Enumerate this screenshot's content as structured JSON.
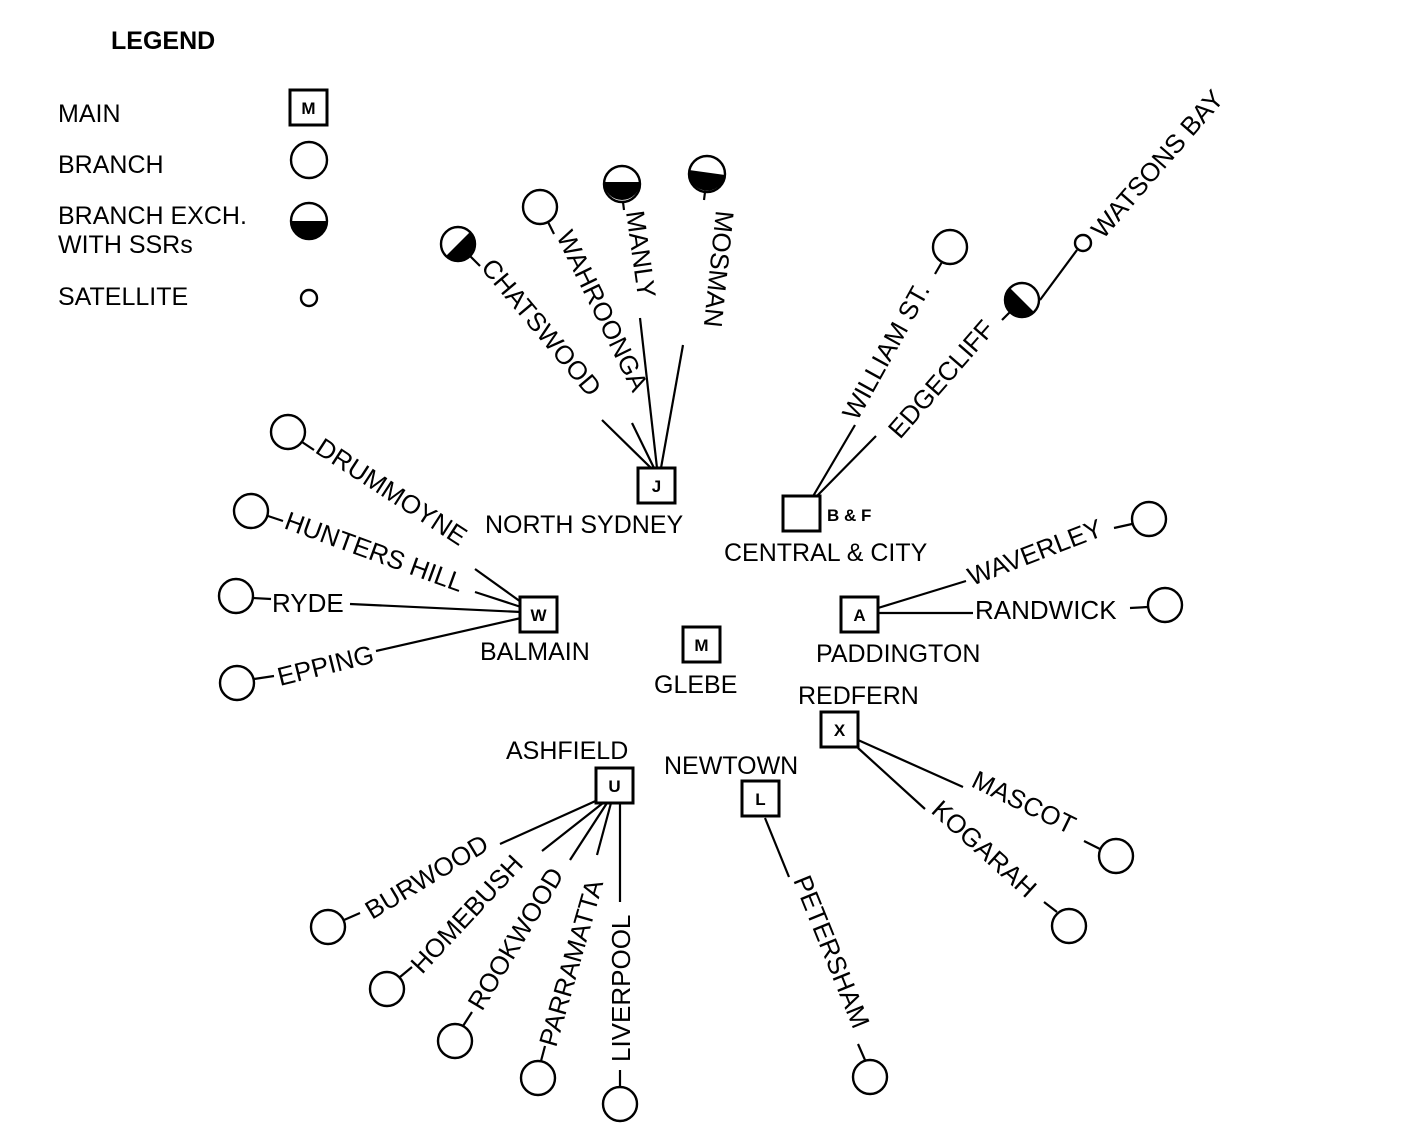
{
  "legend": {
    "title": "LEGEND",
    "items": [
      {
        "type": "main",
        "label": "MAIN",
        "code": "M"
      },
      {
        "type": "branch",
        "label": "BRANCH"
      },
      {
        "type": "branch_ssr",
        "label_lines": [
          "BRANCH EXCH.",
          "WITH SSRs"
        ]
      },
      {
        "type": "satellite",
        "label": "SATELLITE"
      }
    ]
  },
  "hubs": [
    {
      "id": "north_sydney",
      "name": "NORTH SYDNEY",
      "code": "J"
    },
    {
      "id": "central",
      "name": "CENTRAL & CITY",
      "code": "",
      "side_code": "B & F"
    },
    {
      "id": "balmain",
      "name": "BALMAIN",
      "code": "W"
    },
    {
      "id": "glebe",
      "name": "GLEBE",
      "code": "M"
    },
    {
      "id": "paddington",
      "name": "PADDINGTON",
      "code": "A"
    },
    {
      "id": "redfern",
      "name": "REDFERN",
      "code": "X"
    },
    {
      "id": "ashfield",
      "name": "ASHFIELD",
      "code": "U"
    },
    {
      "id": "newtown",
      "name": "NEWTOWN",
      "code": "L"
    }
  ],
  "branches": [
    {
      "name": "CHATSWOOD",
      "hub": "north_sydney",
      "type": "branch_ssr"
    },
    {
      "name": "WAHROONGA",
      "hub": "north_sydney",
      "type": "branch"
    },
    {
      "name": "MANLY",
      "hub": "north_sydney",
      "type": "branch_ssr"
    },
    {
      "name": "MOSMAN",
      "hub": "north_sydney",
      "type": "branch_ssr"
    },
    {
      "name": "WILLIAM ST.",
      "hub": "central",
      "type": "branch"
    },
    {
      "name": "EDGECLIFF",
      "hub": "central",
      "type": "branch_ssr"
    },
    {
      "name": "WATSONS BAY",
      "hub": "edgecliff",
      "type": "satellite"
    },
    {
      "name": "DRUMMOYNE",
      "hub": "balmain",
      "type": "branch"
    },
    {
      "name": "HUNTERS HILL",
      "hub": "balmain",
      "type": "branch"
    },
    {
      "name": "RYDE",
      "hub": "balmain",
      "type": "branch"
    },
    {
      "name": "EPPING",
      "hub": "balmain",
      "type": "branch"
    },
    {
      "name": "WAVERLEY",
      "hub": "paddington",
      "type": "branch"
    },
    {
      "name": "RANDWICK",
      "hub": "paddington",
      "type": "branch"
    },
    {
      "name": "MASCOT",
      "hub": "redfern",
      "type": "branch"
    },
    {
      "name": "KOGARAH",
      "hub": "redfern",
      "type": "branch"
    },
    {
      "name": "PETERSHAM",
      "hub": "newtown",
      "type": "branch"
    },
    {
      "name": "BURWOOD",
      "hub": "ashfield",
      "type": "branch"
    },
    {
      "name": "HOMEBUSH",
      "hub": "ashfield",
      "type": "branch"
    },
    {
      "name": "ROOKWOOD",
      "hub": "ashfield",
      "type": "branch"
    },
    {
      "name": "PARRAMATTA",
      "hub": "ashfield",
      "type": "branch"
    },
    {
      "name": "LIVERPOOL",
      "hub": "ashfield",
      "type": "branch"
    }
  ]
}
